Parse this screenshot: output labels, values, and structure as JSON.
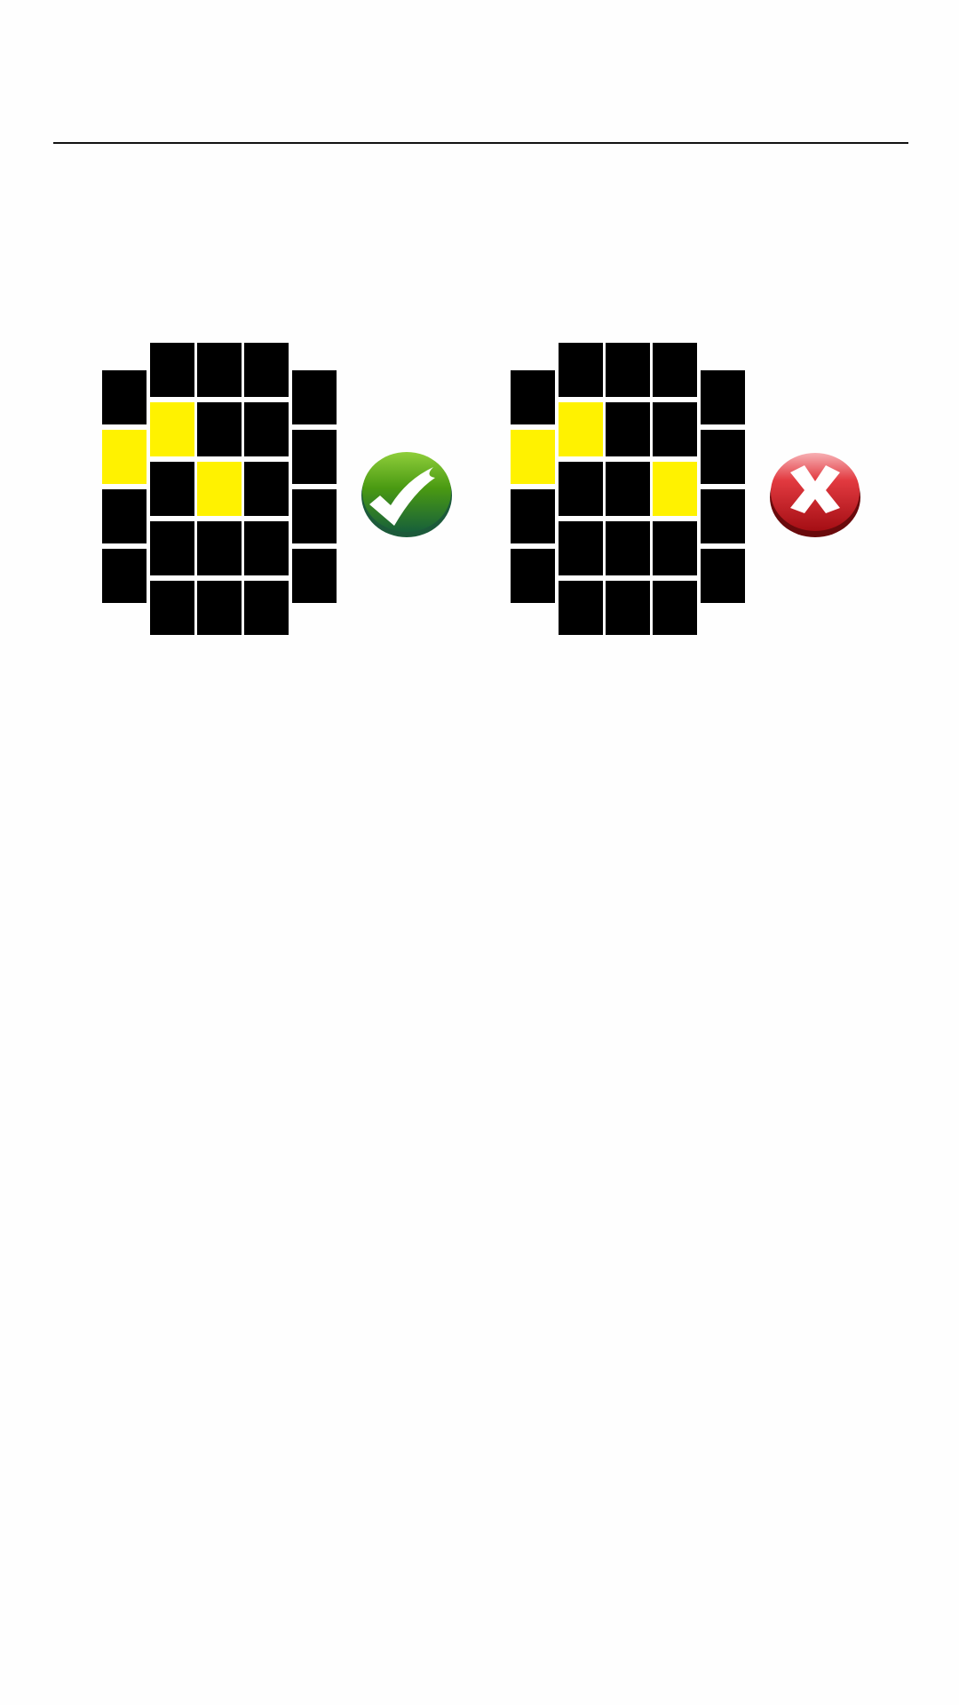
{
  "examples": [
    {
      "id": "correct",
      "status": "correct",
      "status_icon": "check-mark-icon",
      "lit_cells": [
        [
          0,
          1
        ],
        [
          1,
          1
        ],
        [
          2,
          2
        ]
      ],
      "on_color": "#fff200",
      "off_color": "#000000"
    },
    {
      "id": "incorrect",
      "status": "incorrect",
      "status_icon": "cross-mark-icon",
      "lit_cells": [
        [
          0,
          1
        ],
        [
          1,
          1
        ],
        [
          3,
          2
        ]
      ],
      "on_color": "#fff200",
      "off_color": "#000000"
    }
  ],
  "colors": {
    "check_green": "#3f8f12",
    "cross_red": "#c8161c",
    "divider": "#111111"
  }
}
